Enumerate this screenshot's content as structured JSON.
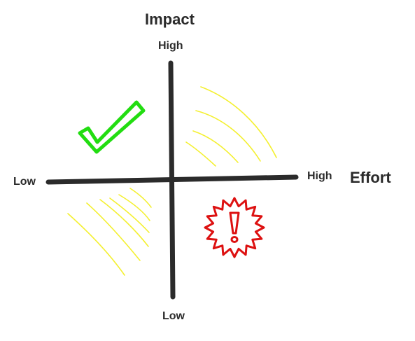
{
  "axes": {
    "vertical": {
      "title": "Impact",
      "high_label": "High",
      "low_label": "Low"
    },
    "horizontal": {
      "title": "Effort",
      "low_label": "Low",
      "high_label": "High"
    }
  },
  "quadrant_marks": {
    "top_left": "check-icon",
    "bottom_right": "warning-exclamation-icon",
    "top_right": "yellow-hatching",
    "bottom_left": "yellow-hatching"
  },
  "colors": {
    "axis": "#2b2b2b",
    "check": "#22dd11",
    "warning": "#dd1111",
    "hatching": "#f4f030"
  }
}
